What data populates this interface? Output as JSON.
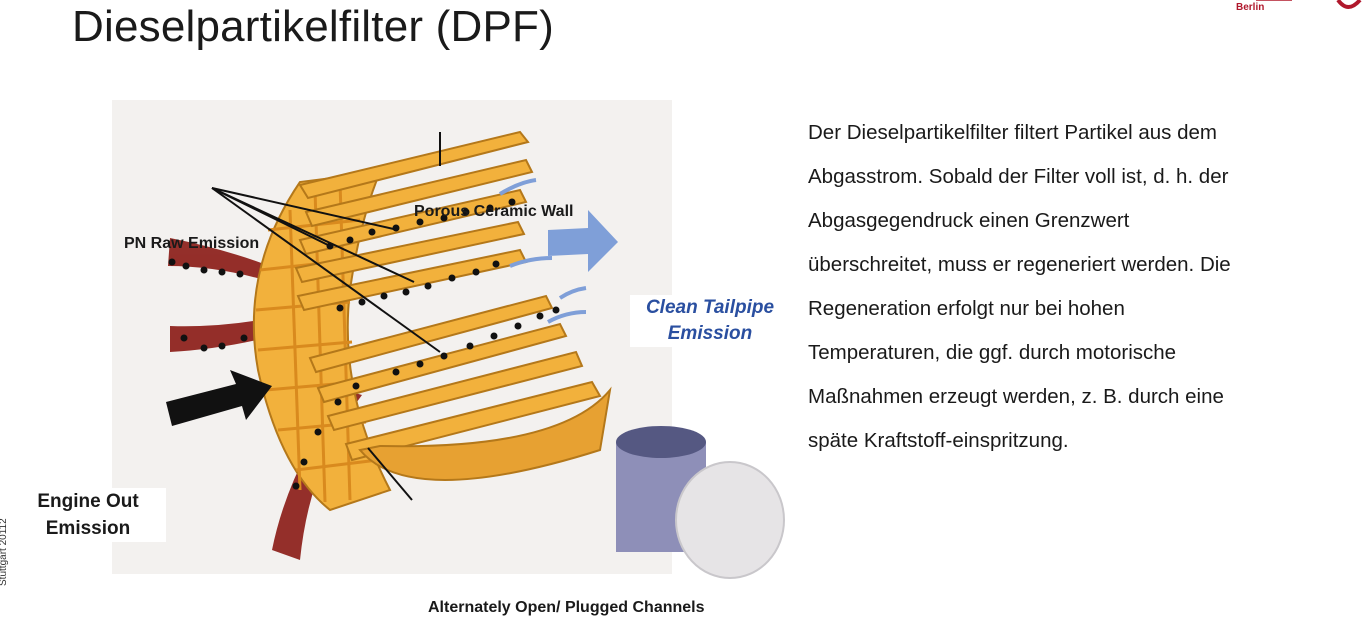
{
  "slide": {
    "title": "Dieselpartikelfilter (DPF)",
    "logo_text": "Berlin",
    "side_note": "Stuttgart 20112"
  },
  "diagram": {
    "labels": {
      "pn_raw_emission": "PN Raw Emission",
      "porous_ceramic_wall": "Porous Ceramic Wall",
      "clean_tailpipe_line1": "Clean Tailpipe",
      "clean_tailpipe_line2": "Emission",
      "engine_out_line1": "Engine Out",
      "engine_out_line2": "Emission",
      "channels_line1": "Alternately Open/",
      "channels_line2": "Plugged Channels"
    },
    "colors": {
      "ceramic": "#f2b13c",
      "ceramic_dark": "#d98a1e",
      "soot_stream": "#8a1a14",
      "clean_arrow": "#7f9fd8",
      "background_panel": "#f3f1ef"
    }
  },
  "description": {
    "lines": [
      "Der Dieselpartikelfilter filtert Partikel aus dem",
      "Abgasstrom. Sobald der Filter voll ist, d. h. der",
      "Abgasgegendruck einen Grenzwert",
      "überschreitet, muss er regeneriert werden. Die",
      "Regeneration erfolgt nur bei hohen",
      "Temperaturen, die ggf. durch motorische",
      "Maßnahmen erzeugt werden, z. B. durch eine",
      "späte Kraftstoff-einspritzung."
    ]
  }
}
